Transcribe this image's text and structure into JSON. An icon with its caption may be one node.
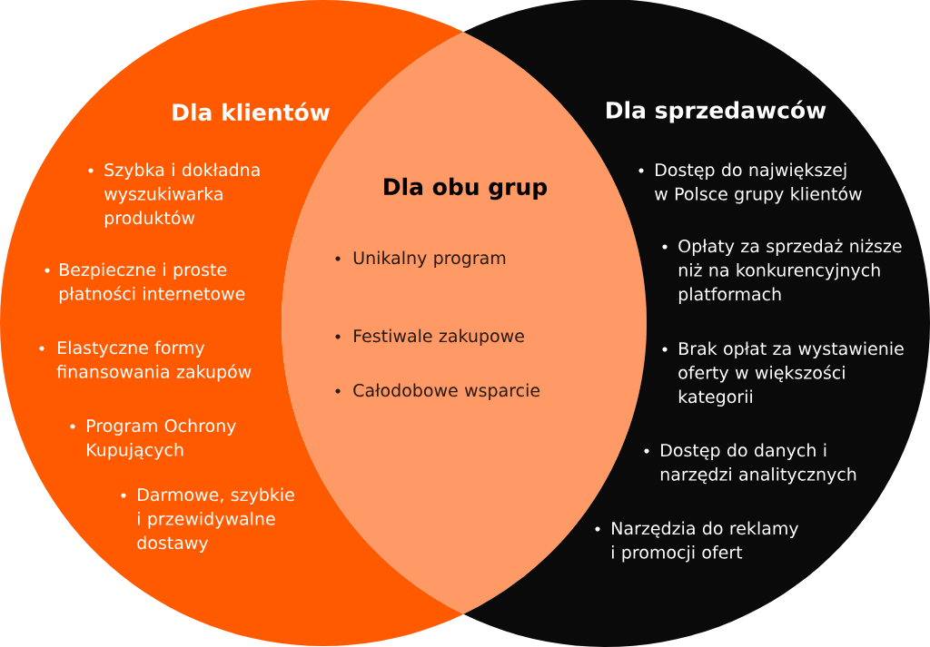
{
  "diagram": {
    "nodes": [
      {
        "text": [
          "Dla klientów",
          "Szybka i dokładna wyszukiwarka produktów",
          "Bezpieczne i proste płatności internetowe",
          "Elastyczne formy finansowania zakupów",
          "Program Ochrony Kupujących",
          "Darmowe, szybkie i przewidywalne dostawy"
        ]
      },
      {
        "text": [
          "Dla obu grup",
          "Unikalny program",
          "Festiwale zakupowe",
          "Całodobowe wsparcie"
        ]
      },
      {
        "text": [
          "Dla sprzedawców",
          "Dostęp do największej w Polsce grupy klientów",
          "Opłaty za sprzedaż niższe niż na konkurencyjnych platformach",
          "Brak opłat za wystawienie oferty w większości kategorii",
          "Dostęp do danych i narzędzi analitycznych",
          "Narzędzia do reklamy i promocji ofert"
        ]
      }
    ]
  }
}
